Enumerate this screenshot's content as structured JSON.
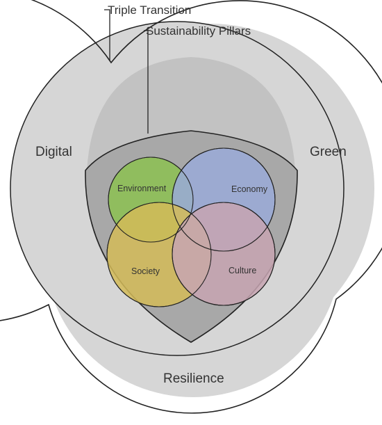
{
  "callouts": {
    "outer": "Triple Transition",
    "inner": "Sustainability Pillars"
  },
  "transitions": [
    {
      "label": "Digital",
      "fill": "#d4d4d4"
    },
    {
      "label": "Green",
      "fill": "#d4d4d4"
    },
    {
      "label": "Resilience",
      "fill": "#d4d4d4"
    }
  ],
  "pillars": [
    {
      "label": "Environment",
      "color": "#8dbf55"
    },
    {
      "label": "Economy",
      "color": "#9aaad8"
    },
    {
      "label": "Society",
      "color": "#d4bb58"
    },
    {
      "label": "Culture",
      "color": "#c7a4b2"
    }
  ],
  "colors": {
    "outline": "#222222",
    "overlap": "#b8b8b8",
    "pillar_region": "#a8a8a8"
  }
}
